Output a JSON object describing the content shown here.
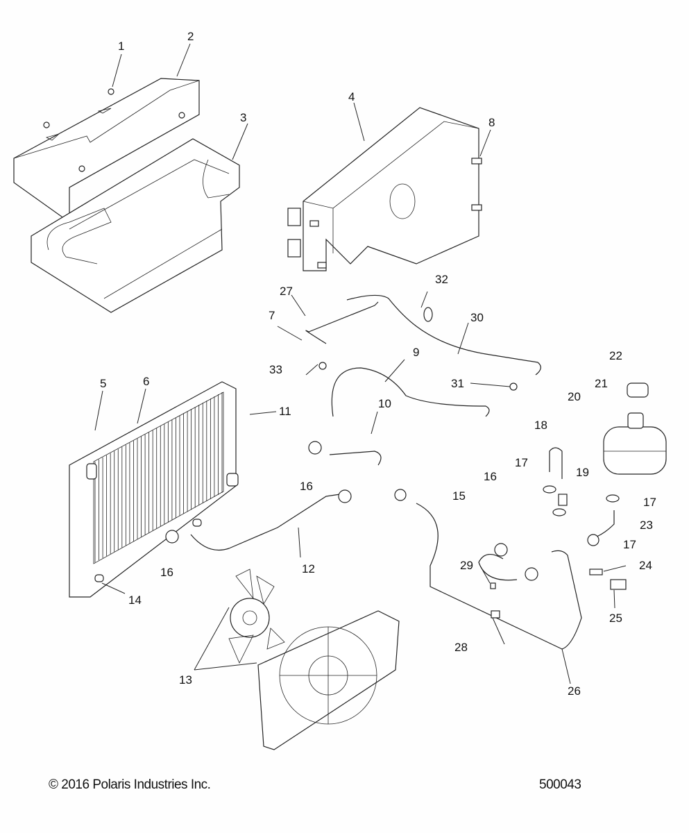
{
  "diagram": {
    "title": "Cooling system exploded parts diagram",
    "callouts": [
      {
        "id": "c1",
        "label": "1"
      },
      {
        "id": "c2",
        "label": "2"
      },
      {
        "id": "c3",
        "label": "3"
      },
      {
        "id": "c4",
        "label": "4"
      },
      {
        "id": "c5",
        "label": "5"
      },
      {
        "id": "c6",
        "label": "6"
      },
      {
        "id": "c7",
        "label": "7"
      },
      {
        "id": "c8",
        "label": "8"
      },
      {
        "id": "c9",
        "label": "9"
      },
      {
        "id": "c10",
        "label": "10"
      },
      {
        "id": "c11",
        "label": "11"
      },
      {
        "id": "c12",
        "label": "12"
      },
      {
        "id": "c13",
        "label": "13"
      },
      {
        "id": "c14",
        "label": "14"
      },
      {
        "id": "c15",
        "label": "15"
      },
      {
        "id": "c16a",
        "label": "16"
      },
      {
        "id": "c16b",
        "label": "16"
      },
      {
        "id": "c16c",
        "label": "16"
      },
      {
        "id": "c17a",
        "label": "17"
      },
      {
        "id": "c17b",
        "label": "17"
      },
      {
        "id": "c17c",
        "label": "17"
      },
      {
        "id": "c18",
        "label": "18"
      },
      {
        "id": "c19",
        "label": "19"
      },
      {
        "id": "c20",
        "label": "20"
      },
      {
        "id": "c21",
        "label": "21"
      },
      {
        "id": "c22",
        "label": "22"
      },
      {
        "id": "c23",
        "label": "23"
      },
      {
        "id": "c24",
        "label": "24"
      },
      {
        "id": "c25",
        "label": "25"
      },
      {
        "id": "c26",
        "label": "26"
      },
      {
        "id": "c27",
        "label": "27"
      },
      {
        "id": "c28",
        "label": "28"
      },
      {
        "id": "c29",
        "label": "29"
      },
      {
        "id": "c30",
        "label": "30"
      },
      {
        "id": "c31",
        "label": "31"
      },
      {
        "id": "c32",
        "label": "32"
      },
      {
        "id": "c33",
        "label": "33"
      }
    ]
  },
  "footer": {
    "copyright": "© 2016 Polaris Industries Inc.",
    "diagram_number": "500043"
  }
}
